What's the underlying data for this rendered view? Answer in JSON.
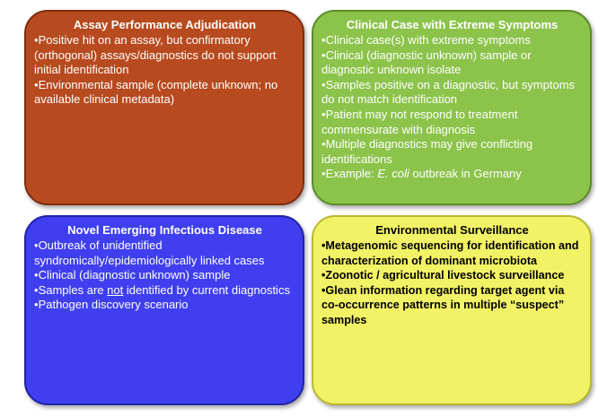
{
  "boxes": {
    "assay": {
      "title": "Assay Performance Adjudication",
      "color": "#b84a1f",
      "items": [
        "Positive hit on an assay, but confirmatory (orthogonal) assays/diagnostics do not support initial identification",
        "Environmental sample (complete unknown; no available clinical metadata)"
      ]
    },
    "clinical": {
      "title": "Clinical Case with Extreme Symptoms",
      "color": "#8cc34b",
      "items": [
        "Clinical case(s) with extreme symptoms",
        "Clinical (diagnostic unknown) sample or diagnostic unknown isolate",
        "Samples positive on a diagnostic, but symptoms do not match identification",
        "Patient may not respond to treatment commensurate with diagnosis",
        "Multiple diagnostics may give conflicting identifications"
      ],
      "example_prefix": "Example: ",
      "example_italic": "E. coli",
      "example_suffix": " outbreak in Germany"
    },
    "novel": {
      "title": "Novel Emerging Infectious Disease",
      "color": "#3f3ff0",
      "items": [
        "Outbreak of unidentified syndromically/epidemiologically linked cases",
        "Clinical (diagnostic unknown) sample"
      ],
      "samples_prefix": "Samples are ",
      "samples_underlined": "not",
      "samples_suffix": " identified by current diagnostics",
      "last_item": "Pathogen discovery scenario"
    },
    "environmental": {
      "title": "Environmental Surveillance",
      "color": "#f2f266",
      "items": [
        "Metagenomic sequencing for identification and characterization of dominant microbiota",
        "Zoonotic / agricultural livestock surveillance",
        "Glean information regarding target agent via co-occurrence patterns in multiple “suspect” samples"
      ]
    }
  }
}
